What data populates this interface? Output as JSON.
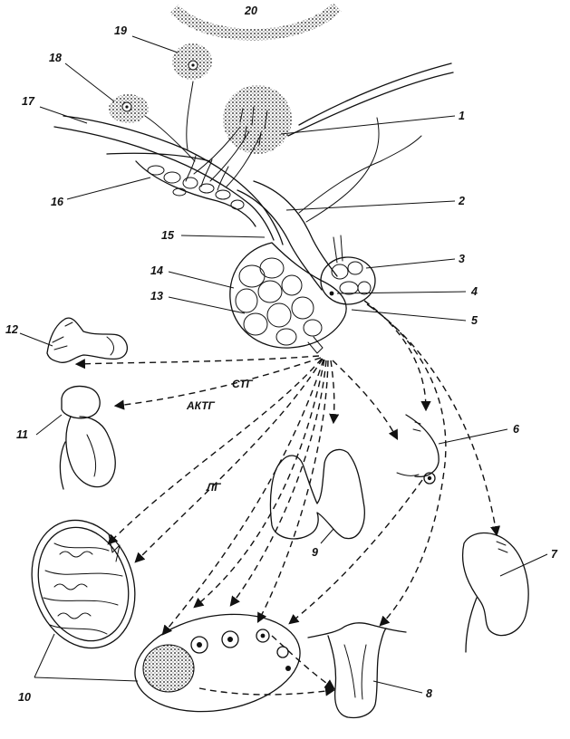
{
  "callouts": {
    "n1": "1",
    "n2": "2",
    "n3": "3",
    "n4": "4",
    "n5": "5",
    "n6": "6",
    "n7": "7",
    "n8": "8",
    "n9": "9",
    "n10": "10",
    "n11": "11",
    "n12": "12",
    "n13": "13",
    "n14": "14",
    "n15": "15",
    "n16": "16",
    "n17": "17",
    "n18": "18",
    "n19": "19",
    "n20": "20"
  },
  "hormone_labels": {
    "stg": "СТГ",
    "actg": "АКТГ",
    "lg": "ЛГ"
  }
}
